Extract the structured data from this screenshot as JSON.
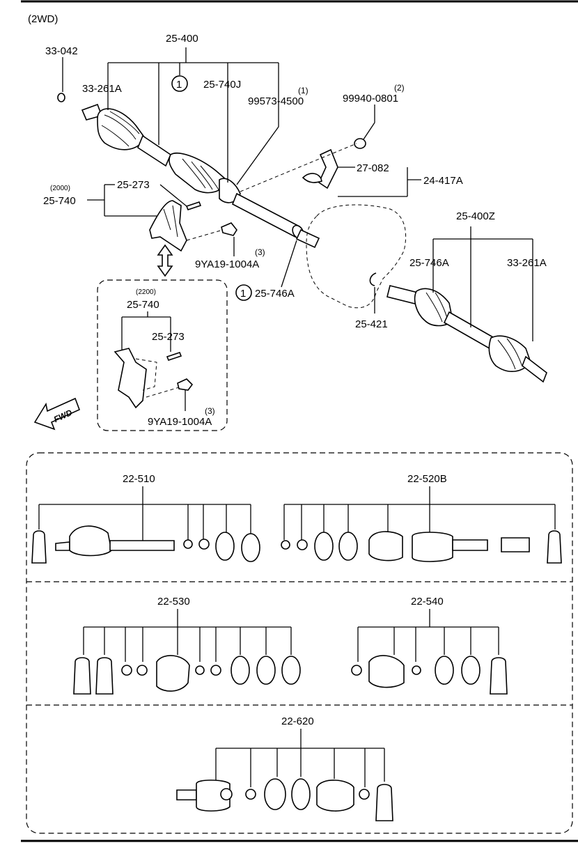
{
  "header": {
    "variant": "(2WD)"
  },
  "fwd": "FWD",
  "upper": {
    "l_33042": "33-042",
    "l_25400": "25-400",
    "l_33261A": "33-261A",
    "l_25740J": "25-740J",
    "circle1": "1",
    "q1": "(1)",
    "l_99573": "99573-4500",
    "q2": "(2)",
    "l_99940": "99940-0801",
    "l_27082": "27-082",
    "l_24417A": "24-417A",
    "y2000": "(2000)",
    "l_25740": "25-740",
    "l_25273": "25-273",
    "q3": "(3)",
    "l_9ya19": "9YA19-1004A",
    "l_25746A": "25-746A",
    "l_25400Z": "25-400Z",
    "l_25746A_r": "25-746A",
    "l_33261A_r": "33-261A",
    "l_25421": "25-421"
  },
  "inset": {
    "y2200": "(2200)",
    "l_25740": "25-740",
    "l_25273": "25-273",
    "q3": "(3)",
    "l_9ya19": "9YA19-1004A"
  },
  "kits": {
    "k_22510": "22-510",
    "k_22520B": "22-520B",
    "k_22530": "22-530",
    "k_22540": "22-540",
    "k_22620": "22-620"
  }
}
